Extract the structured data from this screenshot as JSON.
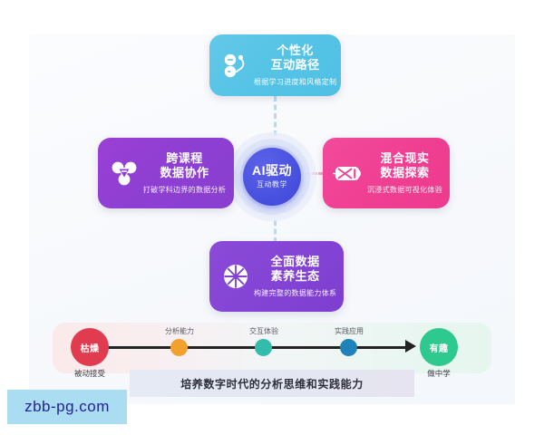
{
  "center": {
    "title": "AI驱动",
    "subtitle": "互动教学"
  },
  "cards": [
    {
      "id": "personalized-path",
      "icon": "route-nodes-icon",
      "line1": "个性化",
      "line2": "互动路径",
      "subtitle": "根据学习进度和风格定制",
      "color": "#55c3e6"
    },
    {
      "id": "cross-curricular",
      "icon": "network-nodes-icon",
      "line1": "跨课程",
      "line2": "数据协作",
      "subtitle": "打破学科边界的数据分析",
      "color": "#8c3fd2"
    },
    {
      "id": "mixed-reality",
      "icon": "vr-headset-icon",
      "line1": "混合现实",
      "line2": "数据探索",
      "subtitle": "沉浸式数据可视化体验",
      "color": "#ef3f92"
    },
    {
      "id": "data-literacy",
      "icon": "pie-wheel-icon",
      "line1": "全面数据",
      "line2": "素养生态",
      "subtitle": "构建完整的数据能力体系",
      "color": "#8343d4"
    }
  ],
  "timeline": {
    "start": {
      "label": "枯燥",
      "caption": "被动接受",
      "color": "#e03b4e"
    },
    "end": {
      "label": "有趣",
      "caption": "做中学",
      "color": "#2ec98e"
    },
    "steps": [
      {
        "label": "分析能力",
        "color": "#f2a02e"
      },
      {
        "label": "交互体验",
        "color": "#33bcab"
      },
      {
        "label": "实践应用",
        "color": "#1f82b8"
      }
    ]
  },
  "banner": {
    "text": "培养数字时代的分析思维和实践能力"
  },
  "watermark": {
    "text": "zbb-pg.com"
  }
}
